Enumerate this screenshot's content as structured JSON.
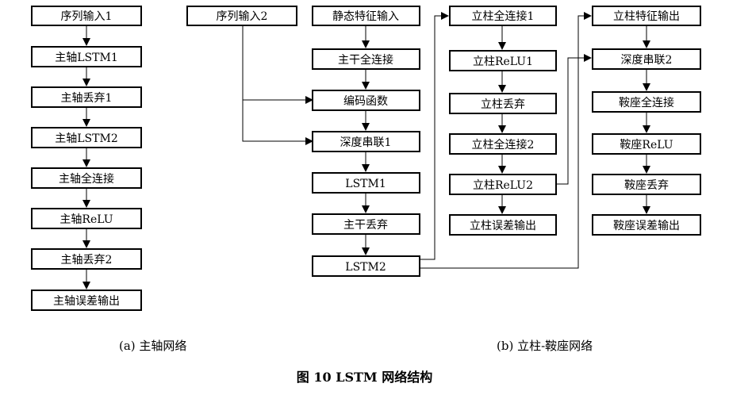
{
  "nodes": {
    "a_input": "序列输入1",
    "a_lstm1": "主轴LSTM1",
    "a_drop1": "主轴丢弃1",
    "a_lstm2": "主轴LSTM2",
    "a_fc": "主轴全连接",
    "a_relu": "主轴ReLU",
    "a_drop2": "主轴丢弃2",
    "a_out": "主轴误差输出",
    "b_input2": "序列输入2",
    "b_static": "静态特征输入",
    "b_trunk_fc": "主干全连接",
    "b_encode": "编码函数",
    "b_concat1": "深度串联1",
    "b_lstm1": "LSTM1",
    "b_trunk_drop": "主干丢弃",
    "b_lstm2": "LSTM2",
    "c_fc1": "立柱全连接1",
    "c_relu1": "立柱ReLU1",
    "c_drop": "立柱丢弃",
    "c_fc2": "立柱全连接2",
    "c_relu2": "立柱ReLU2",
    "c_out": "立柱误差输出",
    "d_feat": "立柱特征输出",
    "d_concat2": "深度串联2",
    "d_fc": "鞍座全连接",
    "d_relu": "鞍座ReLU",
    "d_drop": "鞍座丢弃",
    "d_out": "鞍座误差输出"
  },
  "captions": {
    "a": "(a) 主轴网络",
    "b": "(b) 立柱-鞍座网络",
    "figure": "图 10   LSTM 网络结构"
  }
}
